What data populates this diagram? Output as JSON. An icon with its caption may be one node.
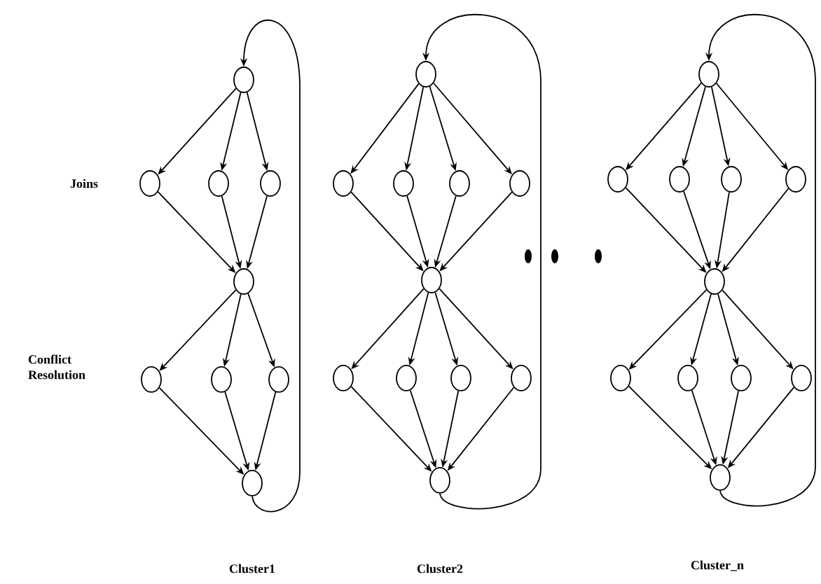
{
  "diagram": {
    "nodes": [
      {
        "text": [],
        "shape": "circle"
      },
      {
        "text": [],
        "shape": "circle"
      },
      {
        "text": [],
        "shape": "circle"
      },
      {
        "text": [],
        "shape": "circle"
      },
      {
        "text": [],
        "shape": "circle"
      },
      {
        "text": [],
        "shape": "circle"
      },
      {
        "text": [],
        "shape": "circle"
      },
      {
        "text": [],
        "shape": "circle"
      },
      {
        "text": [],
        "shape": "circle"
      },
      {
        "text": [],
        "shape": "circle"
      },
      {
        "text": [],
        "shape": "circle"
      },
      {
        "text": [],
        "shape": "circle"
      },
      {
        "text": [],
        "shape": "circle"
      },
      {
        "text": [],
        "shape": "circle"
      },
      {
        "text": [],
        "shape": "circle"
      },
      {
        "text": [],
        "shape": "circle"
      },
      {
        "text": [],
        "shape": "circle"
      },
      {
        "text": [],
        "shape": "circle"
      },
      {
        "text": [],
        "shape": "circle"
      },
      {
        "text": [],
        "shape": "circle"
      },
      {
        "text": [],
        "shape": "circle"
      },
      {
        "text": [],
        "shape": "circle"
      },
      {
        "text": [],
        "shape": "circle"
      },
      {
        "text": [],
        "shape": "circle"
      },
      {
        "text": [],
        "shape": "circle"
      },
      {
        "text": [],
        "shape": "circle"
      },
      {
        "text": [],
        "shape": "circle"
      },
      {
        "text": [],
        "shape": "circle"
      },
      {
        "text": [],
        "shape": "circle"
      },
      {
        "text": [],
        "shape": "circle"
      },
      {
        "text": [],
        "shape": "circle"
      }
    ],
    "edges": [
      {
        "from": 0,
        "to": 1,
        "arrow": "to"
      },
      {
        "from": 0,
        "to": 2,
        "arrow": "to"
      },
      {
        "from": 0,
        "to": 3,
        "arrow": "to"
      },
      {
        "from": 1,
        "to": 4,
        "arrow": "to"
      },
      {
        "from": 2,
        "to": 4,
        "arrow": "to"
      },
      {
        "from": 3,
        "to": 4,
        "arrow": "to"
      },
      {
        "from": 4,
        "to": 5,
        "arrow": "to"
      },
      {
        "from": 4,
        "to": 6,
        "arrow": "to"
      },
      {
        "from": 4,
        "to": 7,
        "arrow": "to"
      },
      {
        "from": 5,
        "to": 8,
        "arrow": "to"
      },
      {
        "from": 6,
        "to": 8,
        "arrow": "to"
      },
      {
        "from": 7,
        "to": 8,
        "arrow": "to"
      },
      {
        "from": 8,
        "to": 0,
        "arrow": "to"
      },
      {
        "from": 9,
        "to": 10,
        "arrow": "to"
      },
      {
        "from": 9,
        "to": 11,
        "arrow": "to"
      },
      {
        "from": 9,
        "to": 12,
        "arrow": "to"
      },
      {
        "from": 9,
        "to": 13,
        "arrow": "to"
      },
      {
        "from": 10,
        "to": 14,
        "arrow": "to"
      },
      {
        "from": 11,
        "to": 14,
        "arrow": "to"
      },
      {
        "from": 12,
        "to": 14,
        "arrow": "to"
      },
      {
        "from": 13,
        "to": 14,
        "arrow": "to"
      },
      {
        "from": 14,
        "to": 15,
        "arrow": "to"
      },
      {
        "from": 14,
        "to": 16,
        "arrow": "to"
      },
      {
        "from": 14,
        "to": 17,
        "arrow": "to"
      },
      {
        "from": 14,
        "to": 18,
        "arrow": "to"
      },
      {
        "from": 15,
        "to": 19,
        "arrow": "to"
      },
      {
        "from": 16,
        "to": 19,
        "arrow": "to"
      },
      {
        "from": 17,
        "to": 19,
        "arrow": "to"
      },
      {
        "from": 18,
        "to": 19,
        "arrow": "to"
      },
      {
        "from": 19,
        "to": 9,
        "arrow": "to"
      },
      {
        "from": 20,
        "to": 21,
        "arrow": "to"
      },
      {
        "from": 20,
        "to": 22,
        "arrow": "to"
      },
      {
        "from": 20,
        "to": 23,
        "arrow": "to"
      },
      {
        "from": 20,
        "to": 24,
        "arrow": "to"
      },
      {
        "from": 21,
        "to": 25,
        "arrow": "to"
      },
      {
        "from": 22,
        "to": 25,
        "arrow": "to"
      },
      {
        "from": 23,
        "to": 25,
        "arrow": "to"
      },
      {
        "from": 24,
        "to": 25,
        "arrow": "to"
      },
      {
        "from": 25,
        "to": 26,
        "arrow": "to"
      },
      {
        "from": 25,
        "to": 27,
        "arrow": "to"
      },
      {
        "from": 25,
        "to": 28,
        "arrow": "to"
      },
      {
        "from": 25,
        "to": 29,
        "arrow": "to"
      },
      {
        "from": 26,
        "to": 30,
        "arrow": "to"
      },
      {
        "from": 27,
        "to": 30,
        "arrow": "to"
      },
      {
        "from": 28,
        "to": 30,
        "arrow": "to"
      },
      {
        "from": 29,
        "to": 30,
        "arrow": "to"
      },
      {
        "from": 30,
        "to": 20,
        "arrow": "to"
      }
    ],
    "labels": [
      "Joins",
      "Conflict Resolution",
      "Cluster1",
      "Cluster2",
      "Cluster_n"
    ]
  }
}
